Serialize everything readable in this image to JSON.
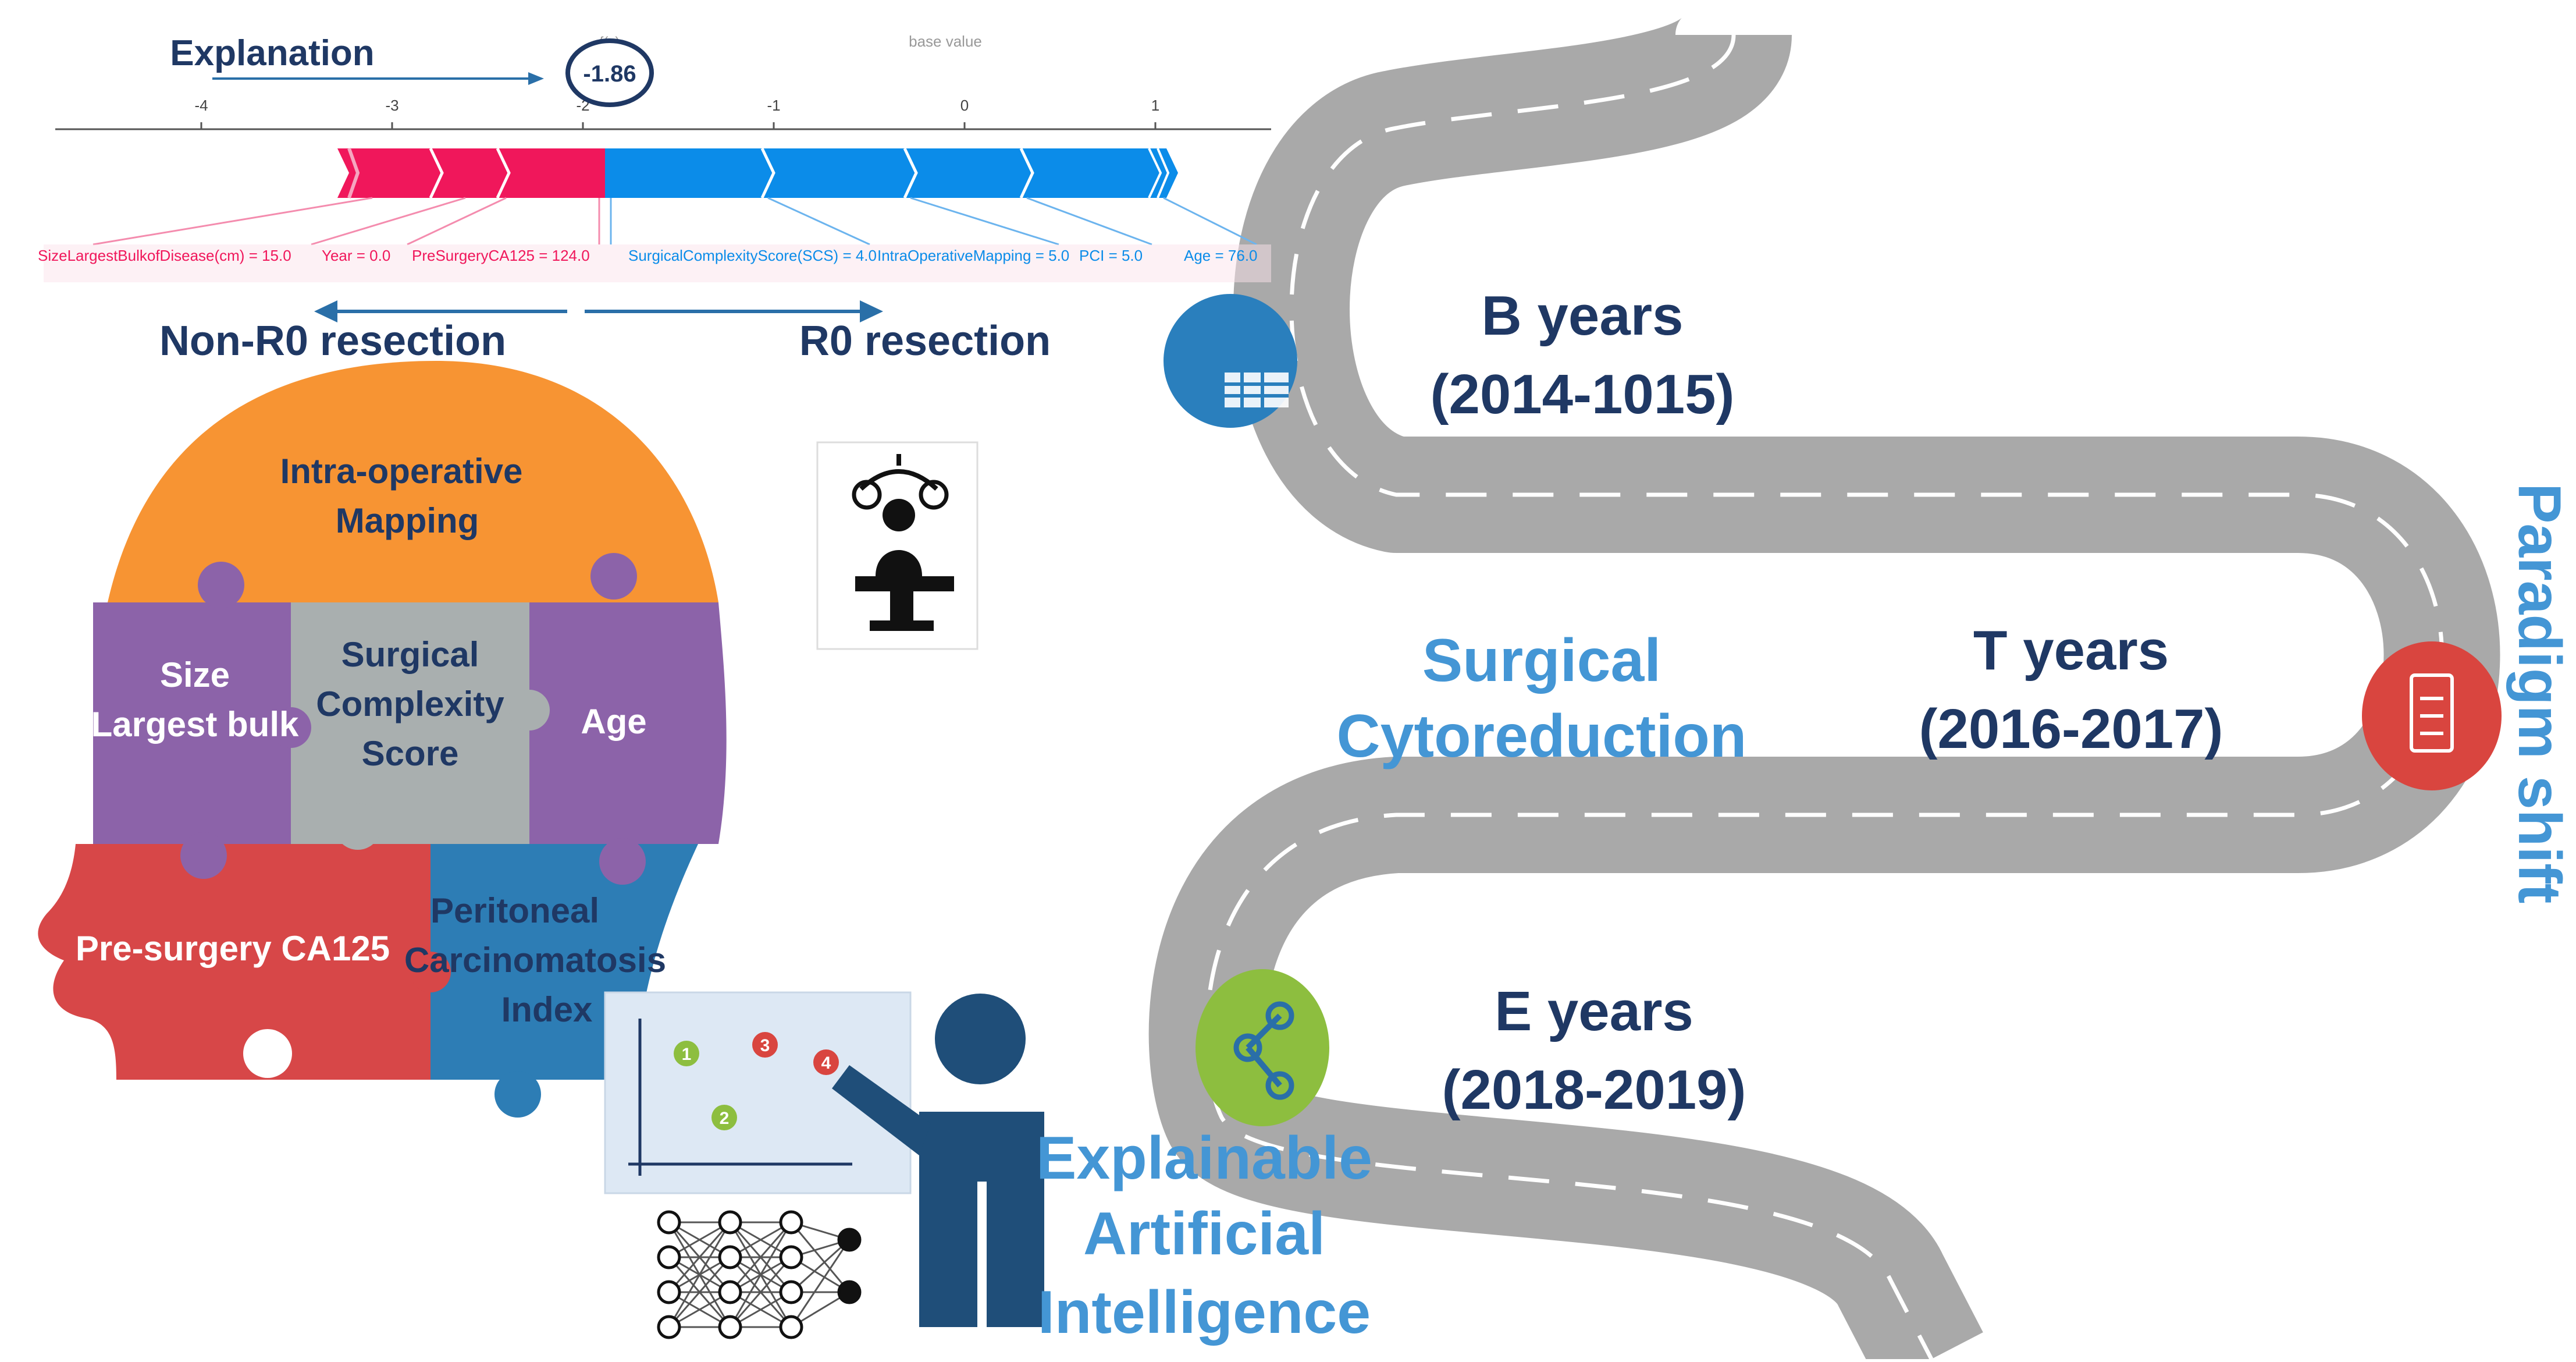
{
  "shap": {
    "explanation_label": "Explanation",
    "base_value_label": "base value",
    "fx_label": "f(x)",
    "output_value": "-1.86",
    "ticks": [
      {
        "label": "-4",
        "value": -4
      },
      {
        "label": "-3",
        "value": -3
      },
      {
        "label": "-2",
        "value": -2
      },
      {
        "label": "-1",
        "value": -1
      },
      {
        "label": "0",
        "value": 0
      },
      {
        "label": "1",
        "value": 1
      }
    ],
    "negative_features": [
      "SizeLargestBulkofDisease(cm) = 15.0",
      "Year = 0.0",
      "PreSurgeryCA125 = 124.0"
    ],
    "positive_features": [
      "SurgicalComplexityScore(SCS) = 4.0",
      "IntraOperativeMapping = 5.0",
      "PCI = 5.0",
      "Age = 76.0"
    ],
    "non_r0_label": "Non-R0 resection",
    "r0_label": "R0 resection"
  },
  "puzzle": {
    "intra_operative": [
      "Intra-operative",
      "Mapping"
    ],
    "size": [
      "Size",
      "Largest bulk"
    ],
    "scs": [
      "Surgical",
      "Complexity",
      "Score"
    ],
    "age": "Age",
    "ca125": "Pre-surgery CA125",
    "pci": [
      "Peritoneal",
      "Carcinomatosis",
      "Index"
    ]
  },
  "scatter_points": [
    "1",
    "2",
    "3",
    "4"
  ],
  "road": {
    "b_years": [
      "B years",
      "(2014-1015)"
    ],
    "t_years": [
      "T years",
      "(2016-2017)"
    ],
    "e_years": [
      "E years",
      "(2018-2019)"
    ],
    "surgical": [
      "Surgical",
      "Cytoreduction"
    ],
    "xai": [
      "Explainable",
      "Artificial",
      "Intelligence"
    ],
    "paradigm": "Paradigm shift"
  },
  "colors": {
    "navy": "#1F3864",
    "red": "#F0175B",
    "blue": "#0B8CE9",
    "orange": "#F79433",
    "purple": "#8C63A9",
    "gray_piece": "#A9AFAF",
    "red_piece": "#D74748",
    "blue_piece": "#2D7DB5",
    "road": "#A9A9A9",
    "light_blue_text": "#4496D5",
    "green_icon": "#8DBE3F",
    "red_icon": "#D9453F"
  }
}
